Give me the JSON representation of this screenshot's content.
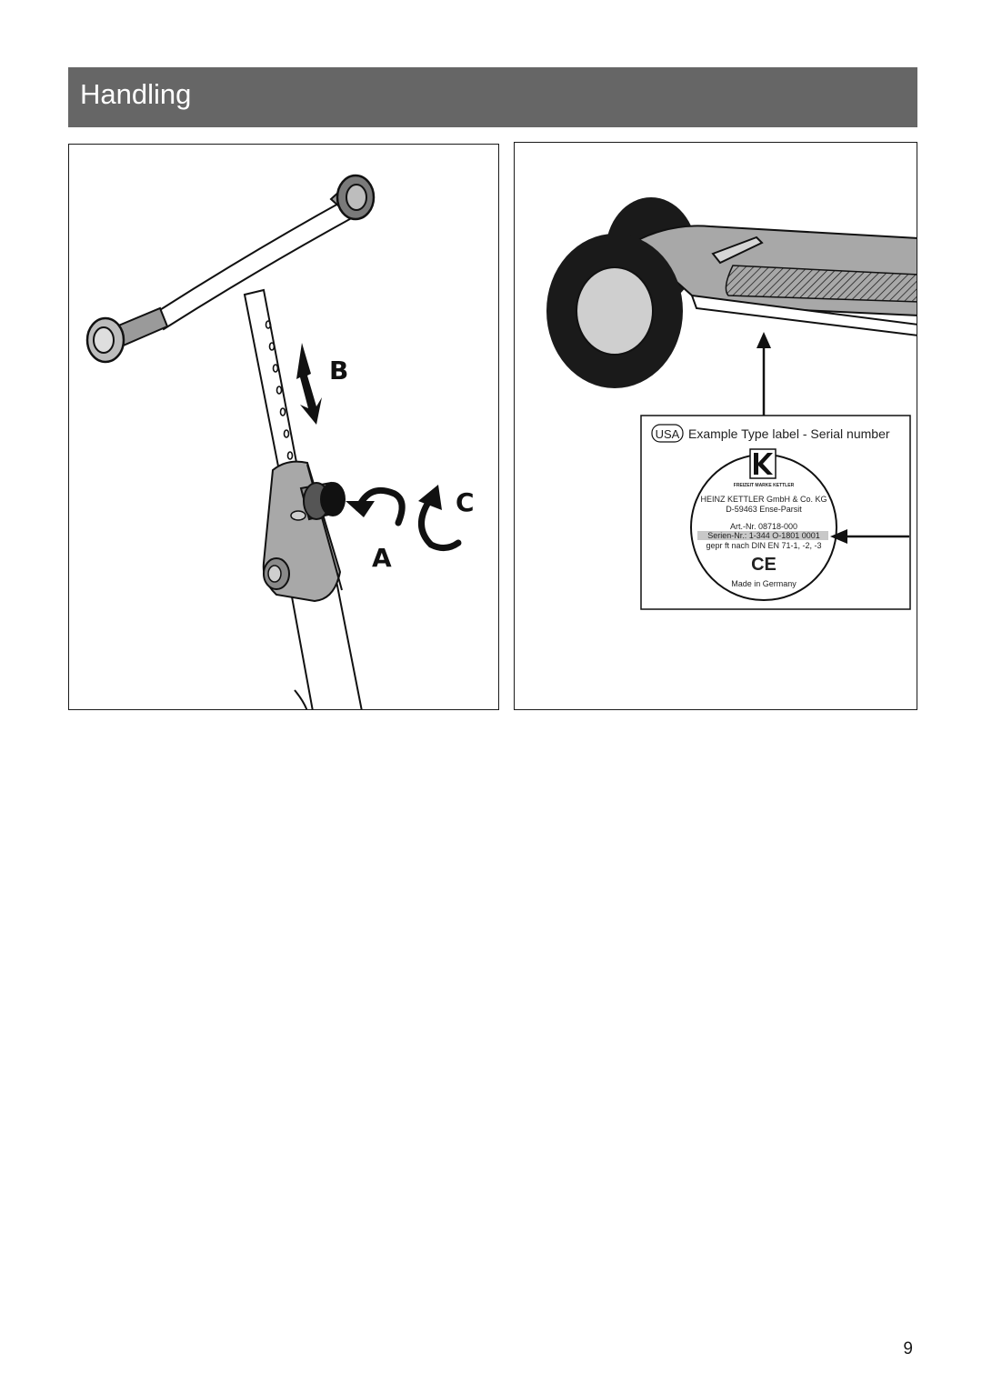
{
  "header": {
    "title": "Handling"
  },
  "figure_left": {
    "step_labels": {
      "a": "A",
      "b": "B",
      "c": "C"
    }
  },
  "figure_right": {
    "callout": {
      "country_badge": "USA",
      "title": "Example Type label - Serial number"
    },
    "type_label": {
      "brand": "KETTLER",
      "tagline": "FREIZEIT MARKE KETTLER",
      "company": "HEINZ KETTLER GmbH & Co. KG",
      "address": "D-59463 Ense-Parsit",
      "article": "Art.-Nr. 08718-000",
      "serial": "Serien-Nr.: 1-344 O-1801 0001",
      "standard": "gepr ft nach DIN EN 71-1, -2, -3",
      "ce_mark": "CE",
      "origin": "Made in Germany"
    }
  },
  "footer": {
    "page_number": "9"
  }
}
